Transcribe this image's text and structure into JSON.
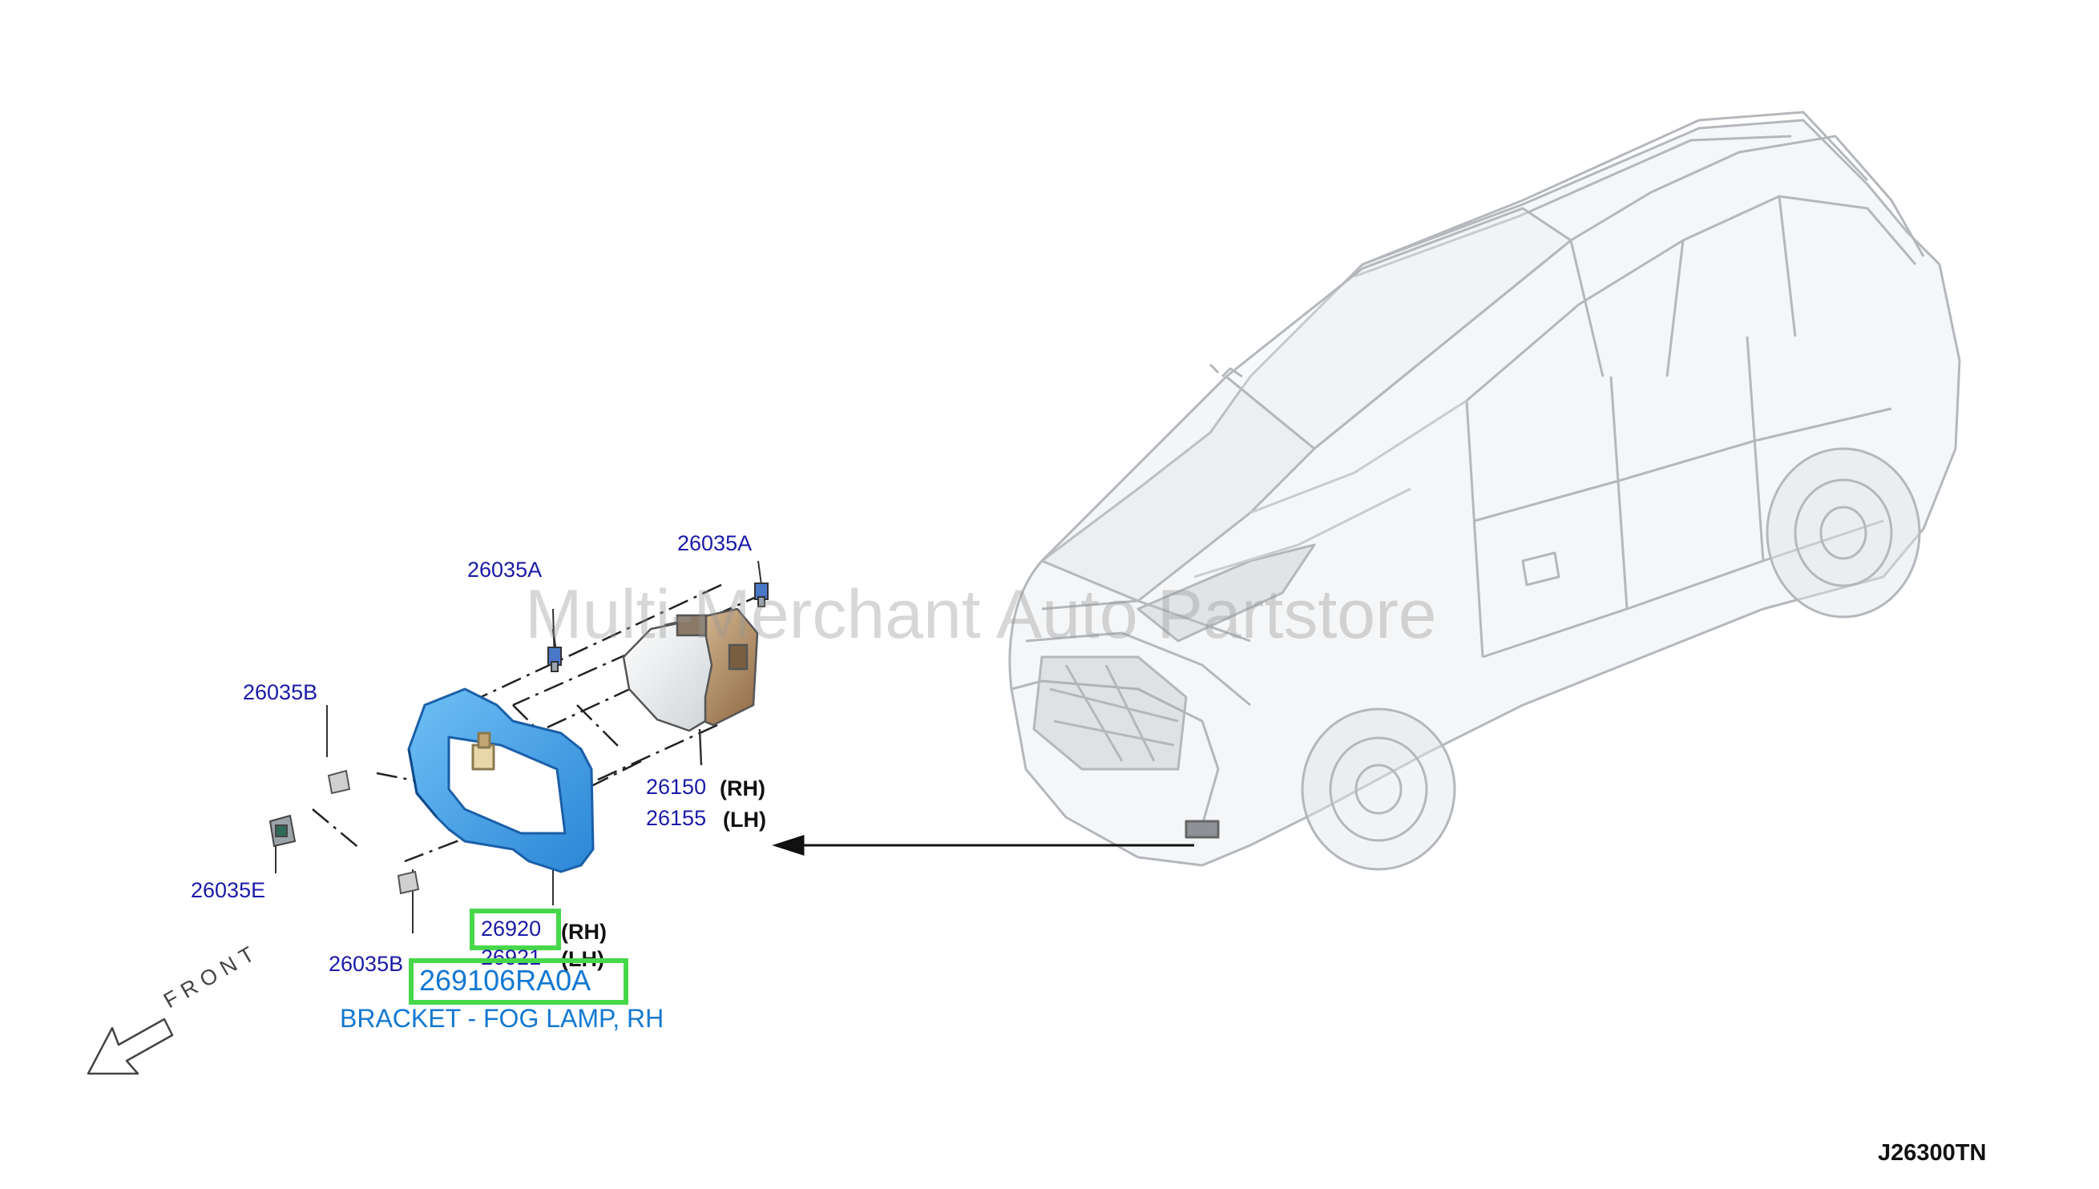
{
  "diagram_code": "J26300TN",
  "watermark": "Multi-Merchant Auto Partstore",
  "direction_label": "FRONT",
  "highlight": {
    "part_number": "269106RA0A",
    "description": "BRACKET - FOG LAMP, RH"
  },
  "parts": [
    {
      "id": "bolt_a_left",
      "number": "26035A"
    },
    {
      "id": "bolt_a_right",
      "number": "26035A"
    },
    {
      "id": "clip_b_upper",
      "number": "26035B"
    },
    {
      "id": "clip_b_lower",
      "number": "26035B"
    },
    {
      "id": "clip_e",
      "number": "26035E"
    },
    {
      "id": "fog_lamp_rh",
      "number": "26150",
      "side": "(RH)"
    },
    {
      "id": "fog_lamp_lh",
      "number": "26155",
      "side": "(LH)"
    },
    {
      "id": "bracket_rh",
      "number": "26920",
      "side": "(RH)"
    },
    {
      "id": "bracket_lh",
      "number": "26921",
      "side": "(LH)"
    }
  ],
  "colors": {
    "bracket": "#3fa0e8",
    "part_number_text": "#1a1aa8",
    "highlight_border": "#46d84a",
    "highlight_text": "#1478d2"
  }
}
